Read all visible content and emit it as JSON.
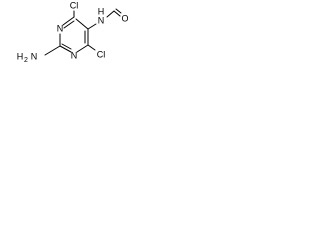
{
  "structure": {
    "atoms": {
      "cl_top": "Cl",
      "nh_top": "N",
      "nh_h": "H",
      "formyl_o": "O",
      "ring_n_left": "N",
      "ring_n_bottom": "N",
      "amino_h2": "H",
      "amino_sub": "2",
      "amino_n": "N",
      "cl_bottom": "Cl"
    }
  }
}
